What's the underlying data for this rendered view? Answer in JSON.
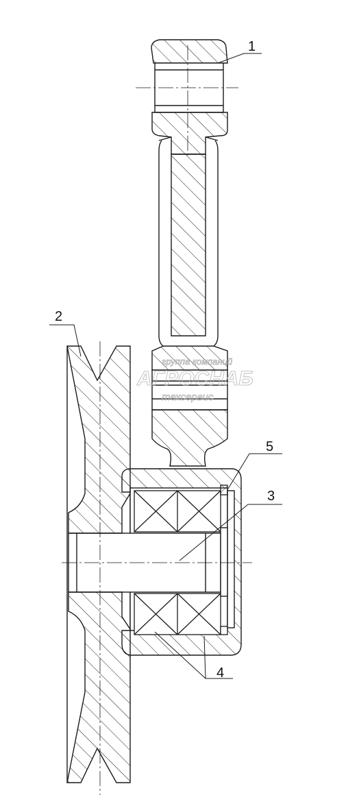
{
  "callouts": [
    {
      "id": "1"
    },
    {
      "id": "2"
    },
    {
      "id": "3"
    },
    {
      "id": "4"
    },
    {
      "id": "5"
    }
  ],
  "watermark": {
    "line1": "группа компаний",
    "line2": "АГРОСНАБ",
    "line3": "техсервис"
  },
  "colors": {
    "line": "#1a1a1a",
    "hatch": "#1a1a1a",
    "watermark": "#b5b5b5"
  }
}
